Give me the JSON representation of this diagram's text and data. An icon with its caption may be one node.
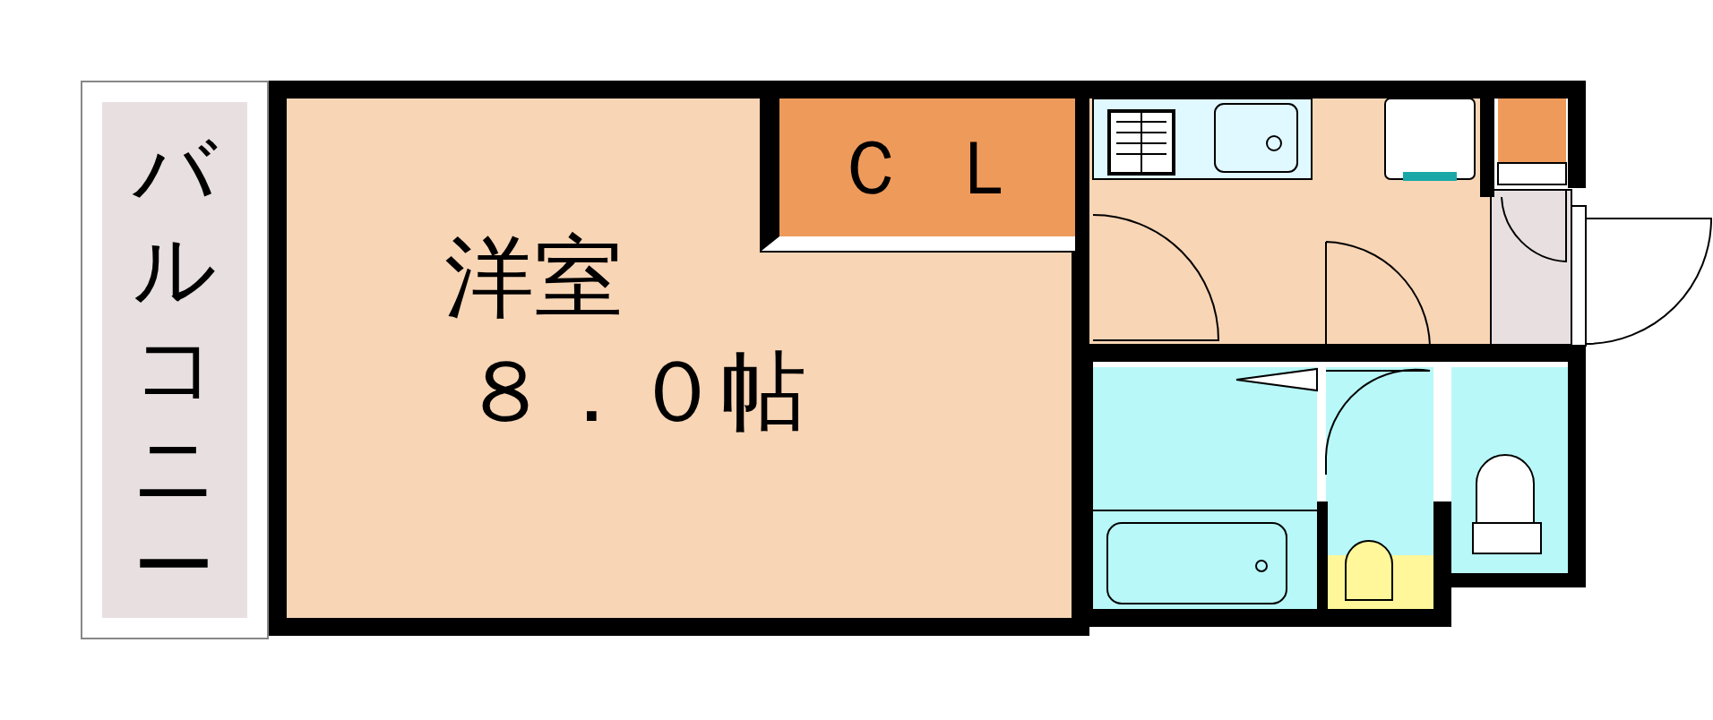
{
  "diagram": {
    "nodes": [
      {
        "text": [
          "バルコニー"
        ]
      },
      {
        "text": [
          "洋室",
          "８．０帖"
        ]
      },
      {
        "text": [
          "ＣＬ"
        ],
        "in": 1
      }
    ]
  }
}
